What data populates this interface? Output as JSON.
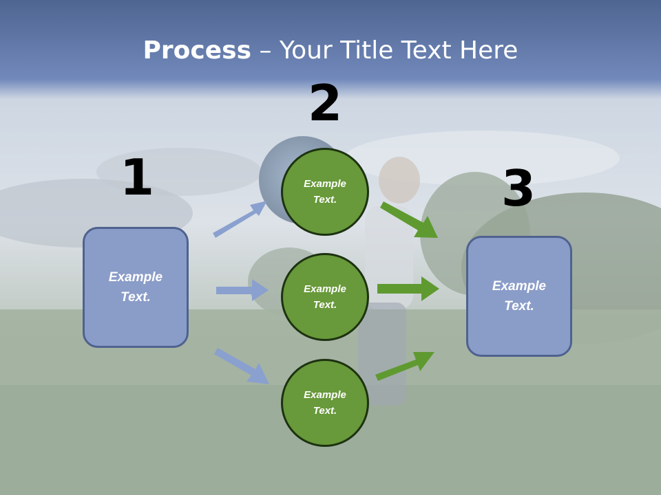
{
  "title": {
    "bold": "Process",
    "rest": " – Your Title Text Here"
  },
  "steps": [
    {
      "number": "1"
    },
    {
      "number": "2"
    },
    {
      "number": "3"
    }
  ],
  "left_box": {
    "label": "Example\nText."
  },
  "right_box": {
    "label": "Example\nText."
  },
  "circles": [
    {
      "label": "Example\nText."
    },
    {
      "label": "Example\nText."
    },
    {
      "label": "Example\nText."
    }
  ],
  "colors": {
    "box_fill": "#8a9cc8",
    "circle_fill": "#68993a",
    "arrow_blue": "#8aa0cf",
    "arrow_green": "#5f9a30"
  }
}
